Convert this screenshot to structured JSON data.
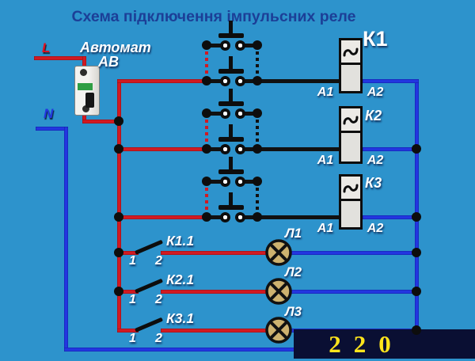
{
  "title": "Схема підключення імпульсних реле",
  "power": {
    "phase_label": "L",
    "neutral_label": "N",
    "voltage": "220"
  },
  "breaker": {
    "label_line1": "Автомат",
    "label_line2": "АВ"
  },
  "relays": [
    {
      "name": "К1",
      "terminal_left": "А1",
      "terminal_right": "А2"
    },
    {
      "name": "К2",
      "terminal_left": "А1",
      "terminal_right": "А2"
    },
    {
      "name": "К3",
      "terminal_left": "А1",
      "terminal_right": "А2"
    }
  ],
  "contacts": [
    {
      "name": "К1.1",
      "terminal_1": "1",
      "terminal_2": "2"
    },
    {
      "name": "К2.1",
      "terminal_1": "1",
      "terminal_2": "2"
    },
    {
      "name": "К3.1",
      "terminal_1": "1",
      "terminal_2": "2"
    }
  ],
  "lamps": [
    {
      "name": "Л1"
    },
    {
      "name": "Л2"
    },
    {
      "name": "Л3"
    }
  ],
  "colors": {
    "background": "#2d93cc",
    "wire_phase_red": "#d11a22",
    "wire_neutral_blue": "#2236e0",
    "wire_signal_black": "#111111",
    "title_text": "#1c3f97",
    "label_text": "#ffffff",
    "lamp_fill": "#cdb26f",
    "voltage_bg": "#0a0f33",
    "voltage_text": "#ffe41c"
  }
}
